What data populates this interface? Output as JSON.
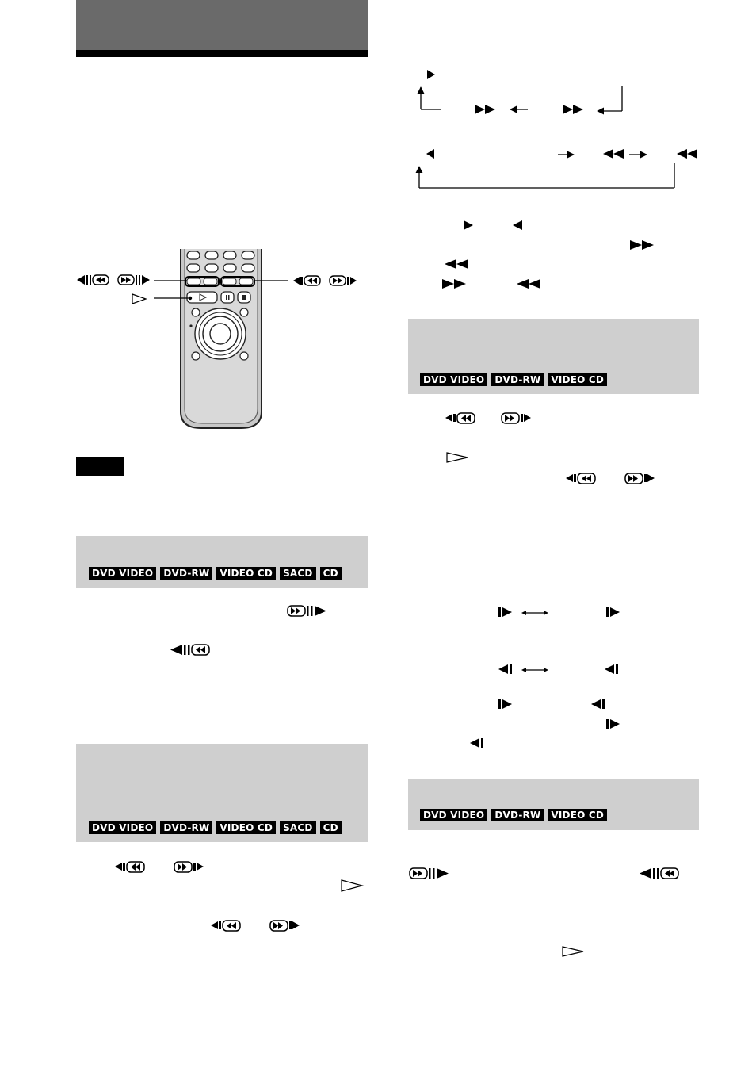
{
  "labels": {
    "sacd": "SACD",
    "cd": "CD"
  },
  "panels": [
    {
      "id": "panel-top-left",
      "badges": [
        "DVD VIDEO",
        "DVD-RW",
        "VIDEO CD",
        "SACD",
        "CD"
      ]
    },
    {
      "id": "panel-mid-left",
      "badges": [
        "DVD VIDEO",
        "DVD-RW",
        "VIDEO CD",
        "SACD",
        "CD"
      ]
    },
    {
      "id": "panel-top-right",
      "badges": [
        "DVD VIDEO",
        "DVD-RW",
        "VIDEO CD"
      ]
    },
    {
      "id": "panel-bottom-right",
      "badges": [
        "DVD VIDEO",
        "DVD-RW",
        "VIDEO CD"
      ]
    }
  ],
  "icons": {
    "colors": {
      "panel": "#cfcfcf",
      "header": "#6a6a6a",
      "badge": "#000000"
    }
  }
}
